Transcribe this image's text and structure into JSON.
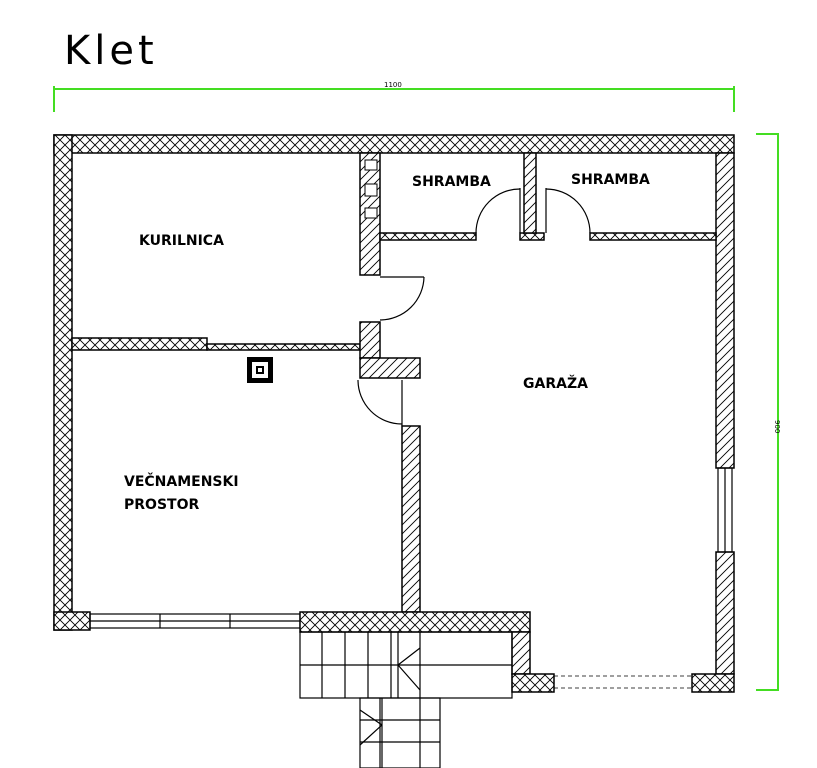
{
  "title": "Klet",
  "dimensions": {
    "width_label": "1100",
    "height_label": "900",
    "line_color": "#44dd22"
  },
  "rooms": {
    "kurilnica": "KURILNICA",
    "shramba_left": "SHRAMBA",
    "shramba_right": "SHRAMBA",
    "garaza": "GARAŽA",
    "vecnamenski_line1": "VEČNAMENSKI",
    "vecnamenski_line2": "PROSTOR"
  },
  "colors": {
    "wall_stroke": "#000000",
    "background": "#ffffff"
  }
}
